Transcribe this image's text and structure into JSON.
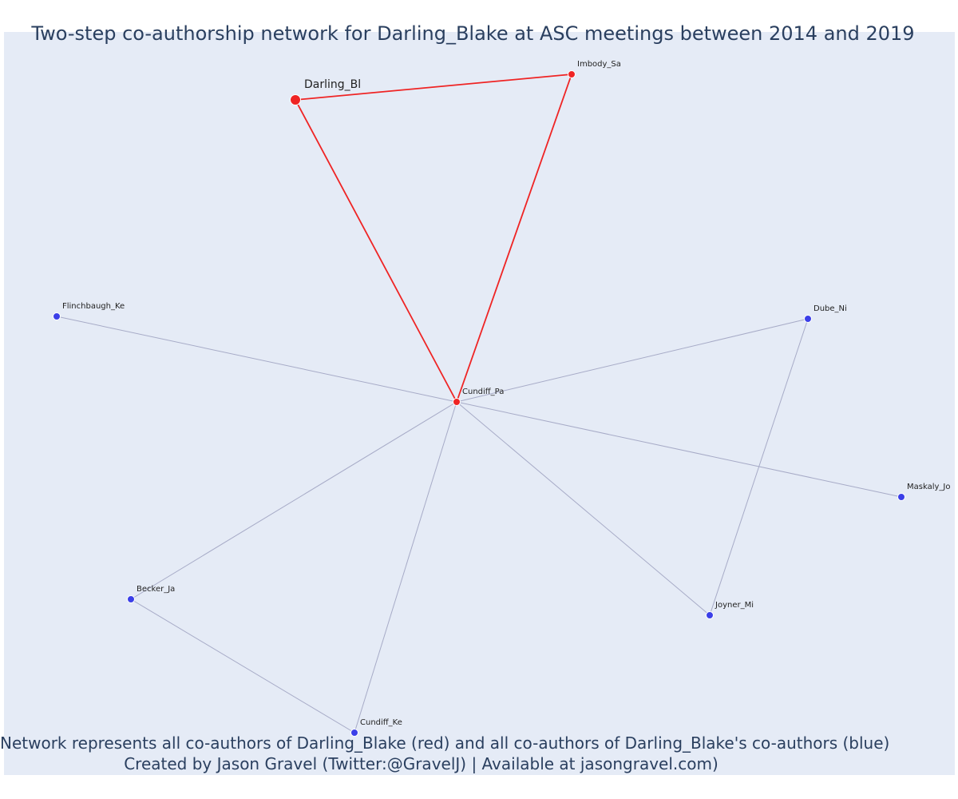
{
  "title": "Two-step co-authorship network for Darling_Blake at ASC meetings between 2014 and 2019",
  "caption_line1": "Network represents all co-authors of Darling_Blake (red) and all co-authors of Darling_Blake's co-authors (blue)",
  "caption_line2": "Created by Jason Gravel (Twitter:@GravelJ) | Available at jasongravel.com)",
  "colors": {
    "background": "#e5ebf6",
    "first_step": "#ef2424",
    "second_step": "#3b3fe8",
    "edge_second": "#a7abc7"
  },
  "nodes": [
    {
      "id": "Darling_Bl",
      "label": "Darling_Bl",
      "group": "ego"
    },
    {
      "id": "Imbody_Sa",
      "label": "Imbody_Sa",
      "group": "first"
    },
    {
      "id": "Cundiff_Pa",
      "label": "Cundiff_Pa",
      "group": "first"
    },
    {
      "id": "Flinchbaugh_Ke",
      "label": "Flinchbaugh_Ke",
      "group": "second"
    },
    {
      "id": "Dube_Ni",
      "label": "Dube_Ni",
      "group": "second"
    },
    {
      "id": "Maskaly_Jo",
      "label": "Maskaly_Jo",
      "group": "second"
    },
    {
      "id": "Becker_Ja",
      "label": "Becker_Ja",
      "group": "second"
    },
    {
      "id": "Joyner_Mi",
      "label": "Joyner_Mi",
      "group": "second"
    },
    {
      "id": "Cundiff_Ke",
      "label": "Cundiff_Ke",
      "group": "second"
    }
  ],
  "edges": [
    {
      "source": "Darling_Bl",
      "target": "Imbody_Sa",
      "group": "first"
    },
    {
      "source": "Darling_Bl",
      "target": "Cundiff_Pa",
      "group": "first"
    },
    {
      "source": "Imbody_Sa",
      "target": "Cundiff_Pa",
      "group": "first"
    },
    {
      "source": "Cundiff_Pa",
      "target": "Flinchbaugh_Ke",
      "group": "second"
    },
    {
      "source": "Cundiff_Pa",
      "target": "Dube_Ni",
      "group": "second"
    },
    {
      "source": "Cundiff_Pa",
      "target": "Maskaly_Jo",
      "group": "second"
    },
    {
      "source": "Cundiff_Pa",
      "target": "Becker_Ja",
      "group": "second"
    },
    {
      "source": "Cundiff_Pa",
      "target": "Joyner_Mi",
      "group": "second"
    },
    {
      "source": "Cundiff_Pa",
      "target": "Cundiff_Ke",
      "group": "second"
    },
    {
      "source": "Becker_Ja",
      "target": "Cundiff_Ke",
      "group": "second"
    },
    {
      "source": "Dube_Ni",
      "target": "Joyner_Mi",
      "group": "second"
    }
  ]
}
